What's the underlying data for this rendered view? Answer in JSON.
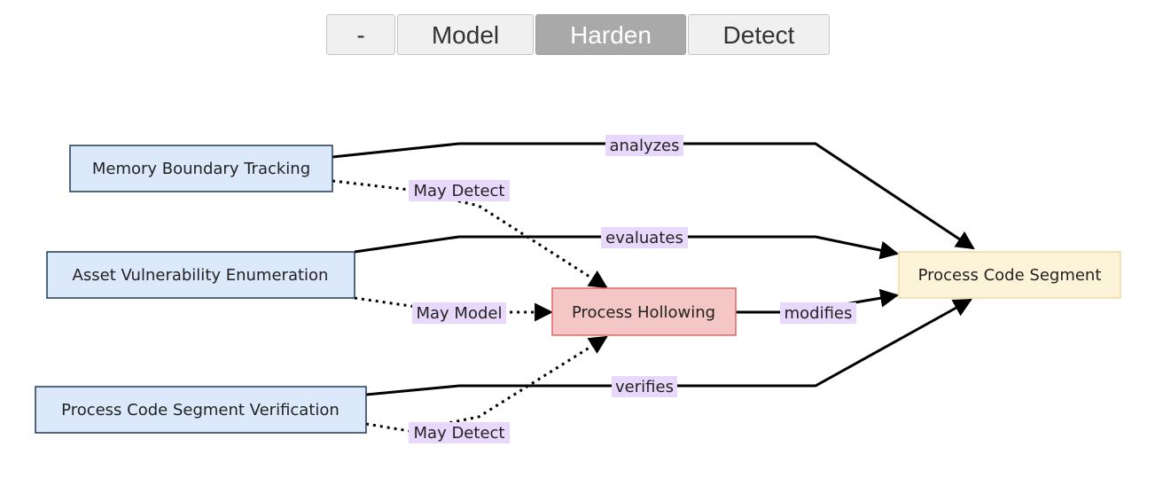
{
  "tabs": [
    {
      "label": "-",
      "active": false
    },
    {
      "label": "Model",
      "active": false
    },
    {
      "label": "Harden",
      "active": true
    },
    {
      "label": "Detect",
      "active": false
    }
  ],
  "nodes": {
    "memory_boundary_tracking": "Memory Boundary Tracking",
    "asset_vulnerability_enumeration": "Asset Vulnerability Enumeration",
    "process_code_segment_verification": "Process Code Segment Verification",
    "process_hollowing": "Process Hollowing",
    "process_code_segment": "Process Code Segment"
  },
  "edges": {
    "analyzes": "analyzes",
    "evaluates": "evaluates",
    "verifies": "verifies",
    "modifies": "modifies",
    "may_detect_1": "May Detect",
    "may_model": "May Model",
    "may_detect_2": "May Detect"
  },
  "colors": {
    "defense_fill": "#dbe9fb",
    "defense_stroke": "#1f3a5a",
    "attack_fill": "#f5c6c6",
    "attack_stroke": "#e06666",
    "artifact_fill": "#fdf3d9",
    "artifact_stroke": "#efd9a3",
    "edge_label_bg": "#e8d8fb"
  }
}
